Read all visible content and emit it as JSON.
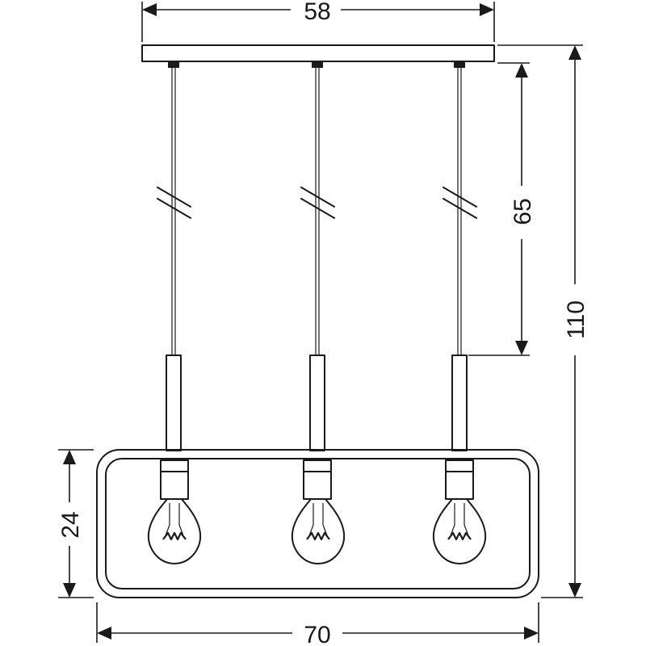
{
  "dimensions": {
    "canopy_width": "58",
    "cable_length": "65",
    "total_height": "110",
    "frame_height": "24",
    "frame_width": "70"
  }
}
